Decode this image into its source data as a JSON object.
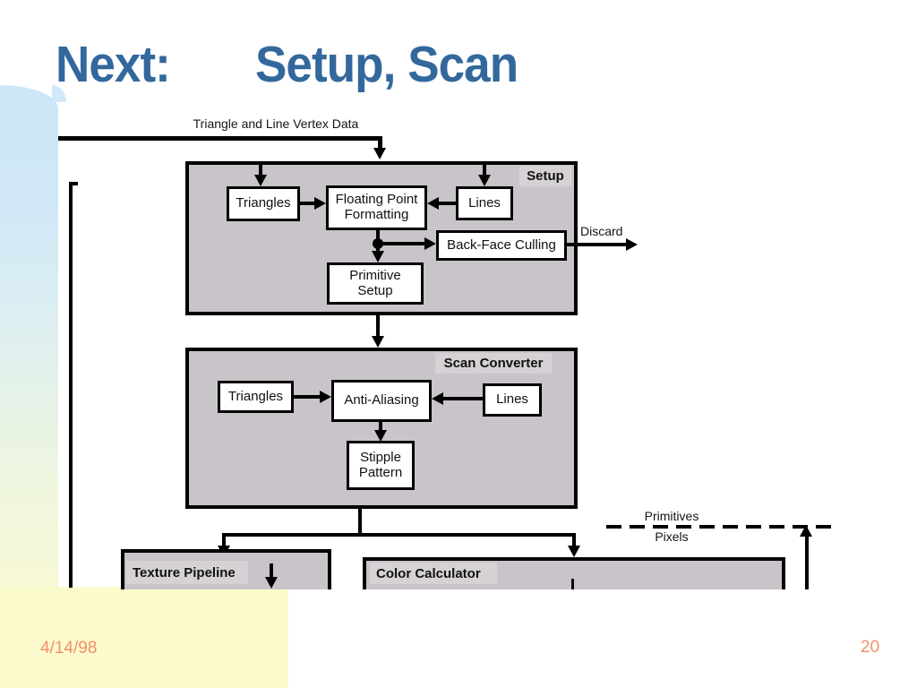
{
  "slide": {
    "title_parts": {
      "left": "Next:",
      "right": "Setup, Scan"
    },
    "footer": {
      "date": "4/14/98",
      "page_number": "20"
    }
  },
  "diagram": {
    "input_label": "Triangle and Line Vertex Data",
    "setup_group": {
      "title": "Setup",
      "triangles": "Triangles",
      "floating_point_formatting": "Floating Point\nFormatting",
      "lines": "Lines",
      "back_face_culling": "Back-Face Culling",
      "primitive_setup": "Primitive\nSetup"
    },
    "discard_label": "Discard",
    "scan_group": {
      "title": "Scan Converter",
      "triangles": "Triangles",
      "anti_aliasing": "Anti-Aliasing",
      "lines": "Lines",
      "stipple_pattern": "Stipple\nPattern"
    },
    "boundary": {
      "primitives": "Primitives",
      "pixels": "Pixels"
    },
    "texture_pipeline": {
      "title": "Texture Pipeline"
    },
    "color_calculator": {
      "title": "Color Calculator"
    }
  },
  "colors": {
    "title_blue": "#33689C",
    "group_box_gray": "#C9C4C9",
    "group_label_patch": "#D5D1D5",
    "footer_salmon": "#F2906C",
    "band_blue_top": "#CEE7F8",
    "band_yellow_bottom": "#FBFACD",
    "line_black": "#000000"
  }
}
